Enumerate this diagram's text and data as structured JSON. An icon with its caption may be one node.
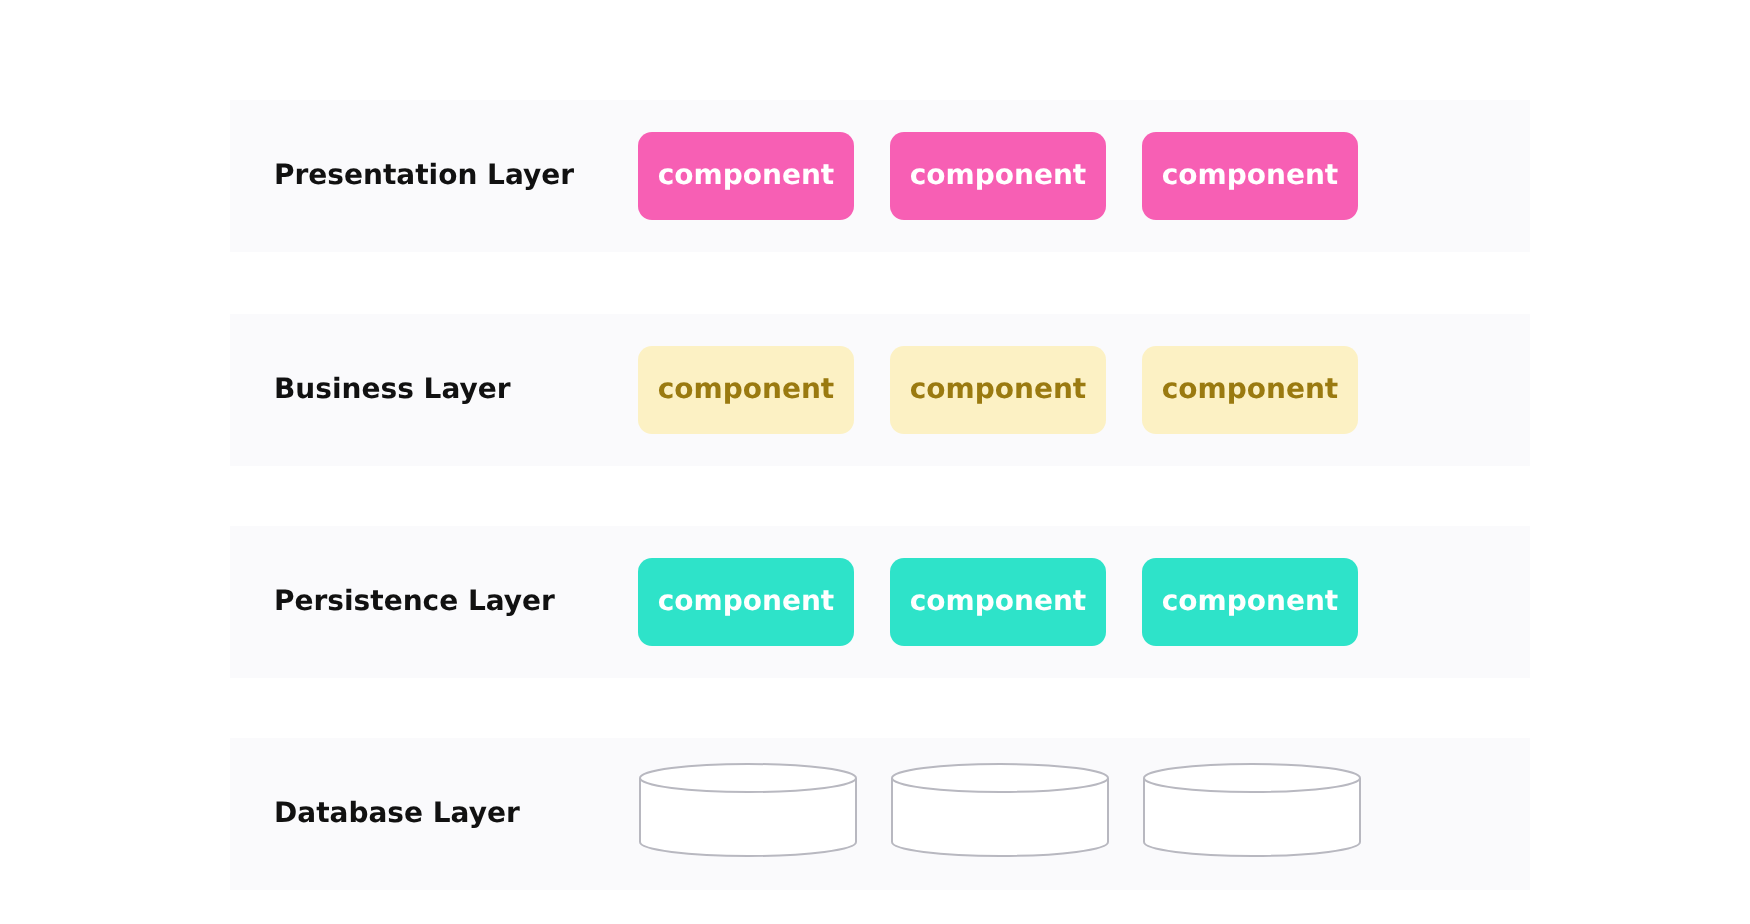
{
  "diagram": {
    "nodes": [
      {
        "text": [
          "Presentation Layer"
        ]
      },
      {
        "text": [
          "component"
        ],
        "in": 0
      },
      {
        "text": [
          "component"
        ],
        "in": 0
      },
      {
        "text": [
          "component"
        ],
        "in": 0
      },
      {
        "text": [
          "Business Layer"
        ]
      },
      {
        "text": [
          "component"
        ],
        "in": 4
      },
      {
        "text": [
          "component"
        ],
        "in": 4
      },
      {
        "text": [
          "component"
        ],
        "in": 4
      },
      {
        "text": [
          "Persistence Layer"
        ]
      },
      {
        "text": [
          "component"
        ],
        "in": 8
      },
      {
        "text": [
          "component"
        ],
        "in": 8
      },
      {
        "text": [
          "component"
        ],
        "in": 8
      },
      {
        "text": [
          "Database Layer"
        ]
      },
      {
        "text": [],
        "shape": "cylinder",
        "in": 12
      },
      {
        "text": [],
        "shape": "cylinder",
        "in": 12
      },
      {
        "text": [],
        "shape": "cylinder",
        "in": 12
      }
    ]
  }
}
